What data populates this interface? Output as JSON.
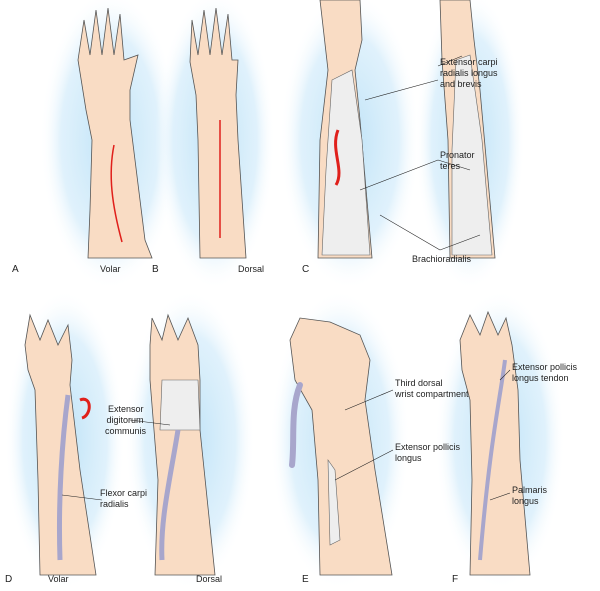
{
  "colors": {
    "skin": "#f9dcc4",
    "glow": "#bfe3f7",
    "incision": "#e0201b",
    "tendon": "#a8a6cc"
  },
  "panels": {
    "A": {
      "letter": "A",
      "view": "Volar"
    },
    "B": {
      "letter": "B",
      "view": "Dorsal"
    },
    "C": {
      "letter": "C",
      "labels": [
        "Extensor carpi",
        "radialis longus",
        "and brevis",
        "Pronator",
        "teres",
        "Brachioradialis"
      ]
    },
    "D": {
      "letter": "D",
      "view_left": "Volar",
      "view_right": "Dorsal",
      "labels": [
        "Extensor",
        "digitorum",
        "communis",
        "Flexor carpi",
        "radialis"
      ]
    },
    "E": {
      "letter": "E",
      "labels": [
        "Third dorsal",
        "wrist compartment",
        "Extensor pollicis",
        "longus"
      ]
    },
    "F": {
      "letter": "F",
      "labels": [
        "Extensor pollicis",
        "longus tendon",
        "Palmaris",
        "longus"
      ]
    }
  }
}
